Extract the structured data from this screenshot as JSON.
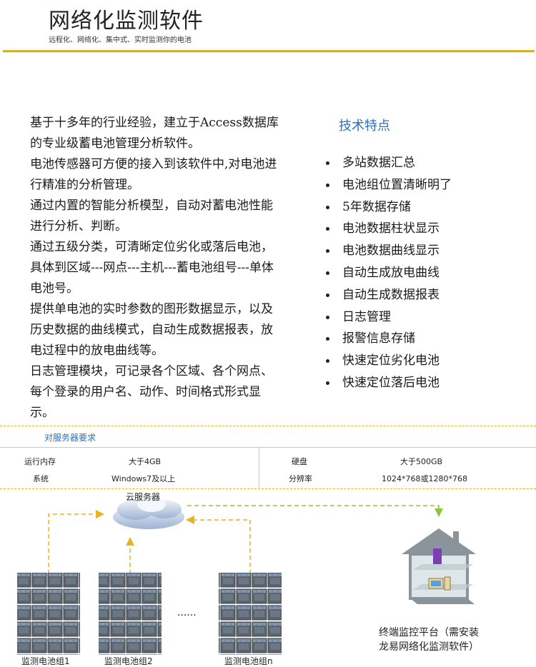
{
  "header": {
    "title": "网络化监测软件",
    "subtitle": "远程化、网络化、集中式、实时监测你的电池"
  },
  "intro": {
    "paragraphs": [
      "基于十多年的行业经验，建立于Access数据库的专业级蓄电池管理分析软件。",
      "电池传感器可方便的接入到该软件中,对电池进行精准的分析管理。",
      "通过内置的智能分析模型，自动对蓄电池性能进行分析、判断。",
      "通过五级分类，可清晰定位劣化或落后电池，具体到区域---网点---主机---蓄电池组号---单体电池号。",
      "提供单电池的实时参数的图形数据显示，以及历史数据的曲线模式，自动生成数据报表，放电过程中的放电曲线等。",
      "日志管理模块，可记录各个区域、各个网点、每个登录的用户名、动作、时间格式形式显示。"
    ]
  },
  "features": {
    "title": "技术特点",
    "items": [
      "多站数据汇总",
      "电池组位置清晰明了",
      "5年数据存储",
      "电池数据柱状显示",
      "电池数据曲线显示",
      "自动生成放电曲线",
      "自动生成数据报表",
      "日志管理",
      "报警信息存储",
      "快速定位劣化电池",
      "快速定位落后电池"
    ]
  },
  "server": {
    "title": "对服务器要求",
    "rows": [
      {
        "k1": "运行内存",
        "v1": "大于4GB",
        "k2": "硬盘",
        "v2": "大于500GB"
      },
      {
        "k1": "系统",
        "v1": "Windows7及以上",
        "k2": "分辨率",
        "v2": "1024*768或1280*768"
      }
    ]
  },
  "diagram": {
    "cloud_label": "云服务器",
    "ellipsis": "......",
    "groups": [
      "监测电池组1",
      "监测电池组2",
      "监测电池组n"
    ],
    "terminal_label": [
      "终端监控平台（需安装",
      "龙易网络化监测软件）"
    ],
    "colors": {
      "arrow_yellow": "#e6b422",
      "arrow_green": "#8cc63f",
      "house": "#8a949a"
    }
  }
}
